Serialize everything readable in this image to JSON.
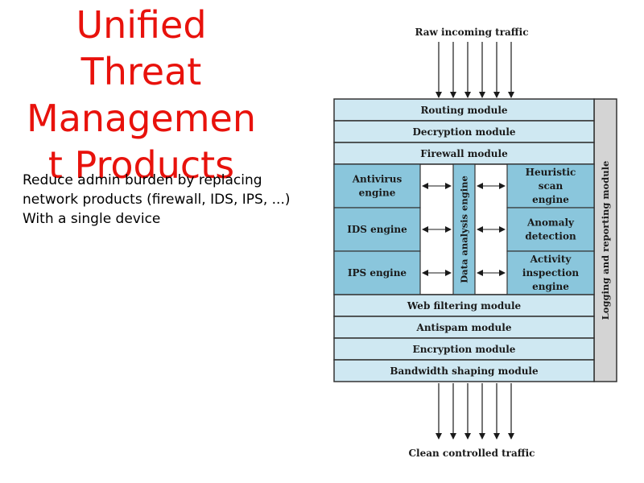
{
  "slide": {
    "title": "Unified Threat Managemen t Products",
    "title_lines": [
      "Unified",
      "Threat",
      "Managemen",
      "t Products"
    ],
    "bullets": [
      "Reduce admin burden by replacing",
      "network products (firewall, IDS, IPS, ...)",
      "With a single device"
    ]
  },
  "diagram": {
    "input_label": "Raw incoming traffic",
    "output_label": "Clean controlled traffic",
    "top_modules": [
      "Routing module",
      "Decryption module",
      "Firewall module"
    ],
    "left_engines": [
      [
        "Antivirus",
        "engine"
      ],
      [
        "IDS engine"
      ],
      [
        "IPS engine"
      ]
    ],
    "center_engine": "Data analysis engine",
    "right_engines": [
      [
        "Heuristic",
        "scan",
        "engine"
      ],
      [
        "Anomaly",
        "detection"
      ],
      [
        "Activity",
        "inspection",
        "engine"
      ]
    ],
    "bottom_modules": [
      "Web filtering module",
      "Antispam module",
      "Encryption module",
      "Bandwidth shaping module"
    ],
    "side_module": "Logging and reporting module",
    "colors": {
      "title": "#e8120c",
      "module_fill": "#cfe8f2",
      "engine_fill": "#8ac6dc",
      "side_fill": "#d4d4d4",
      "stroke": "#333333"
    }
  }
}
